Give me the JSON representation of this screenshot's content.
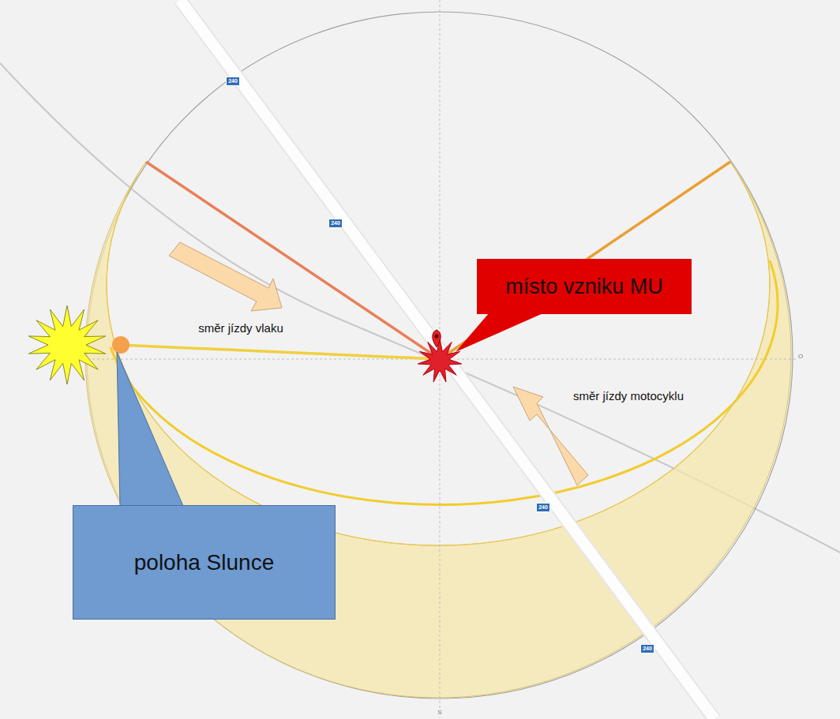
{
  "diagram": {
    "nodes": [
      {
        "text": [
          "místo vzniku MU"
        ]
      },
      {
        "text": [
          "poloha Slunce"
        ]
      }
    ],
    "labels": [
      "240",
      "240",
      "směr jízdy vlaku",
      "O",
      "směr jízdy motocyklu",
      "240",
      "240",
      "S"
    ]
  }
}
